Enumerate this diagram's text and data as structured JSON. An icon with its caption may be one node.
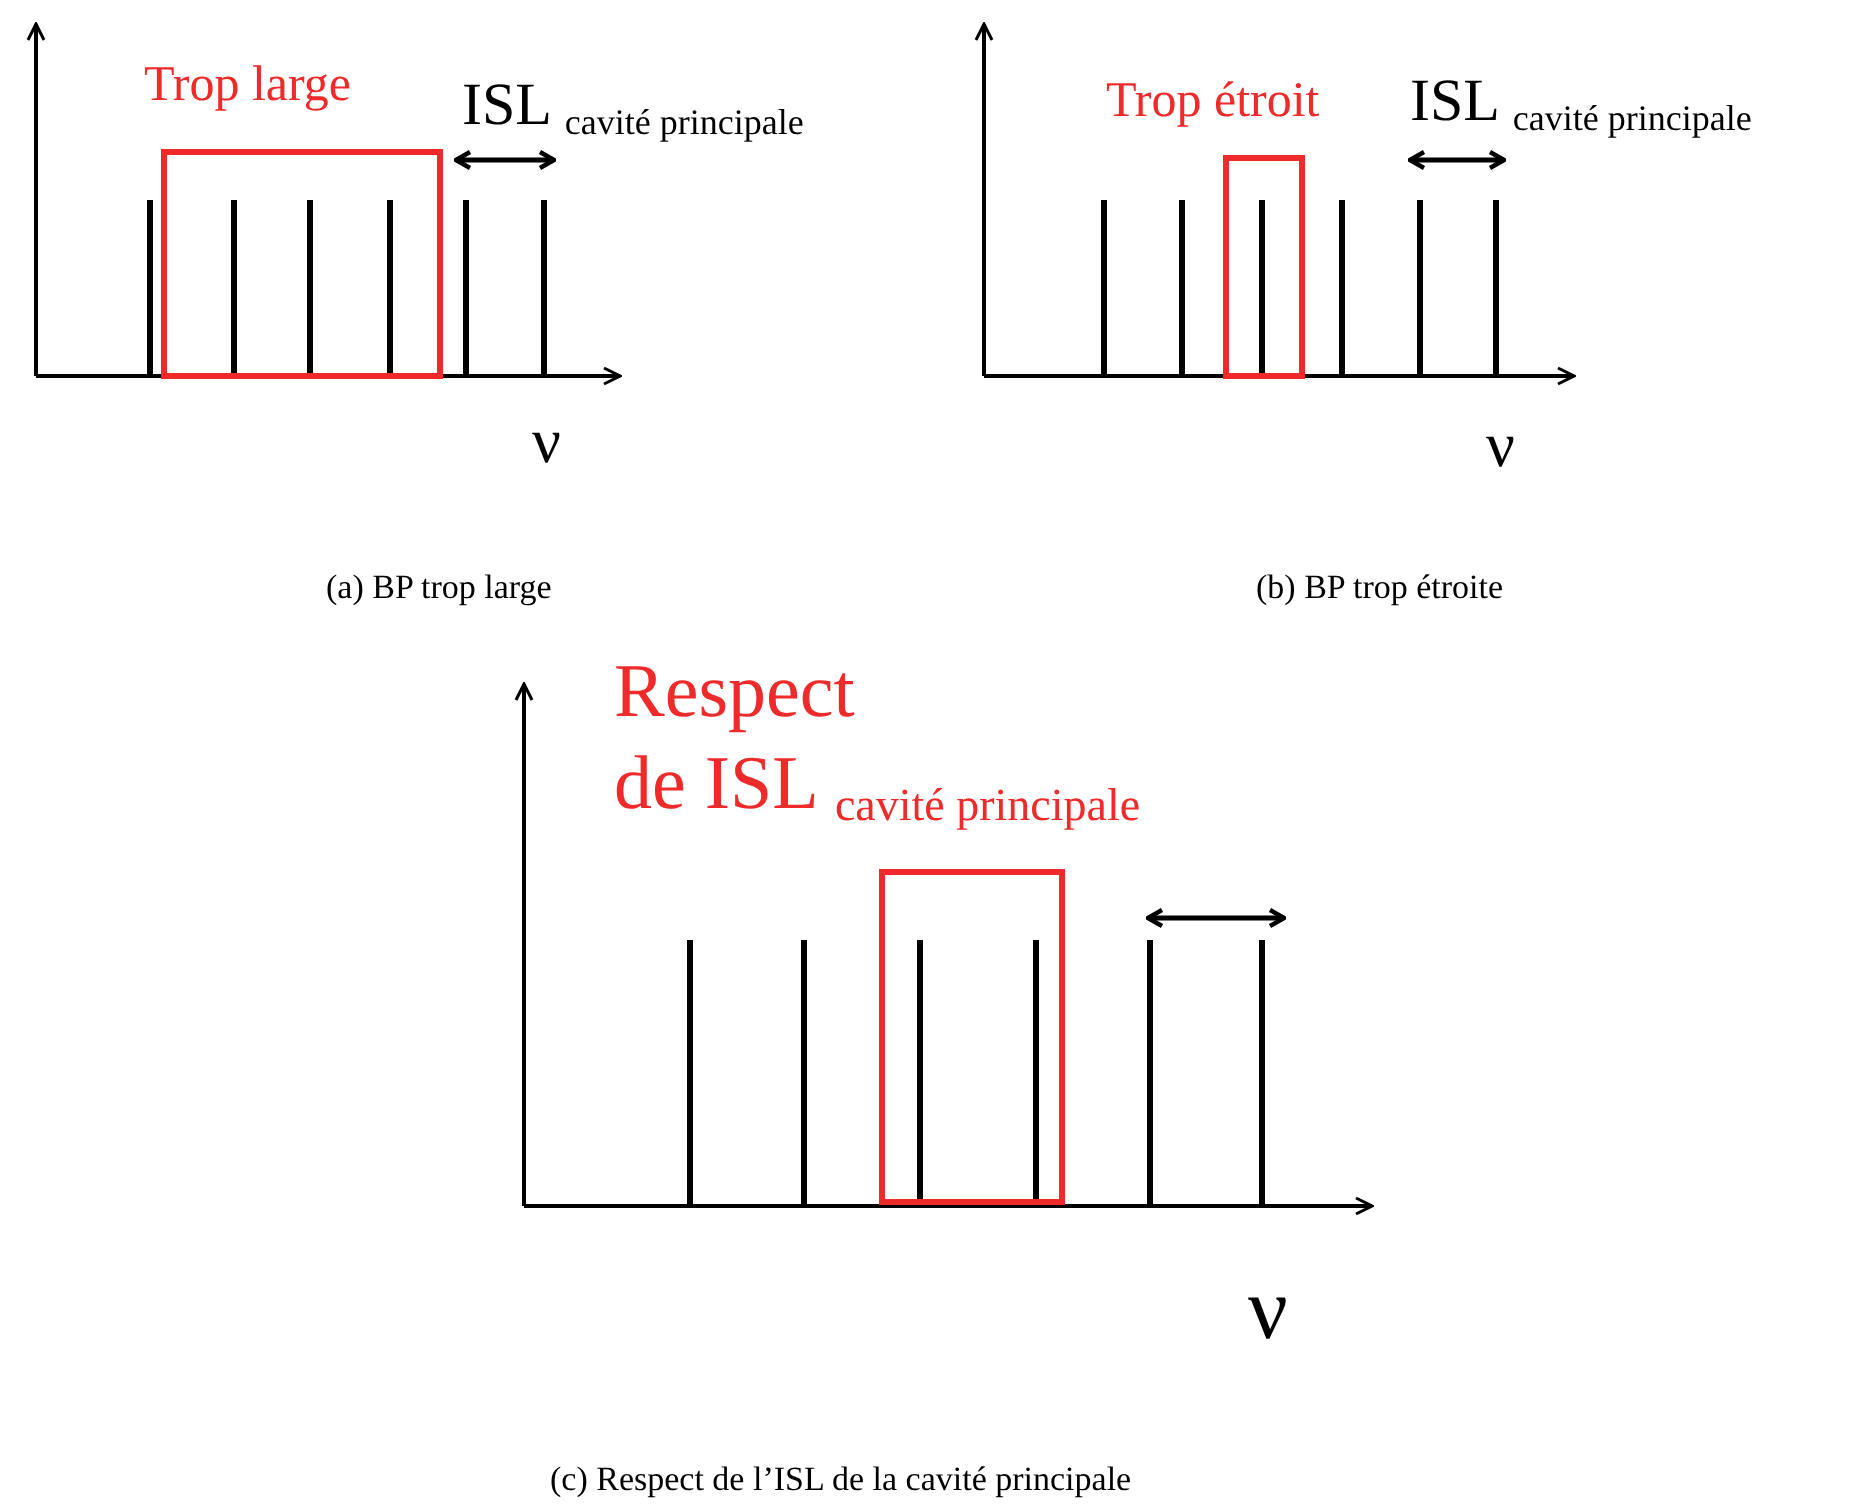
{
  "diagram": {
    "labels": [
      "Trop large",
      "ISL $_{cavité principale}$",
      "ν",
      "(a) BP trop large",
      "Trop étroit",
      "ISL $_{cavité principale}$",
      "ν",
      "(b) BP trop étroite",
      "Respect",
      "de ISL $_{cavité principale}$",
      "ν",
      "(c) Respect de l’ISL de la cavité principale"
    ]
  }
}
